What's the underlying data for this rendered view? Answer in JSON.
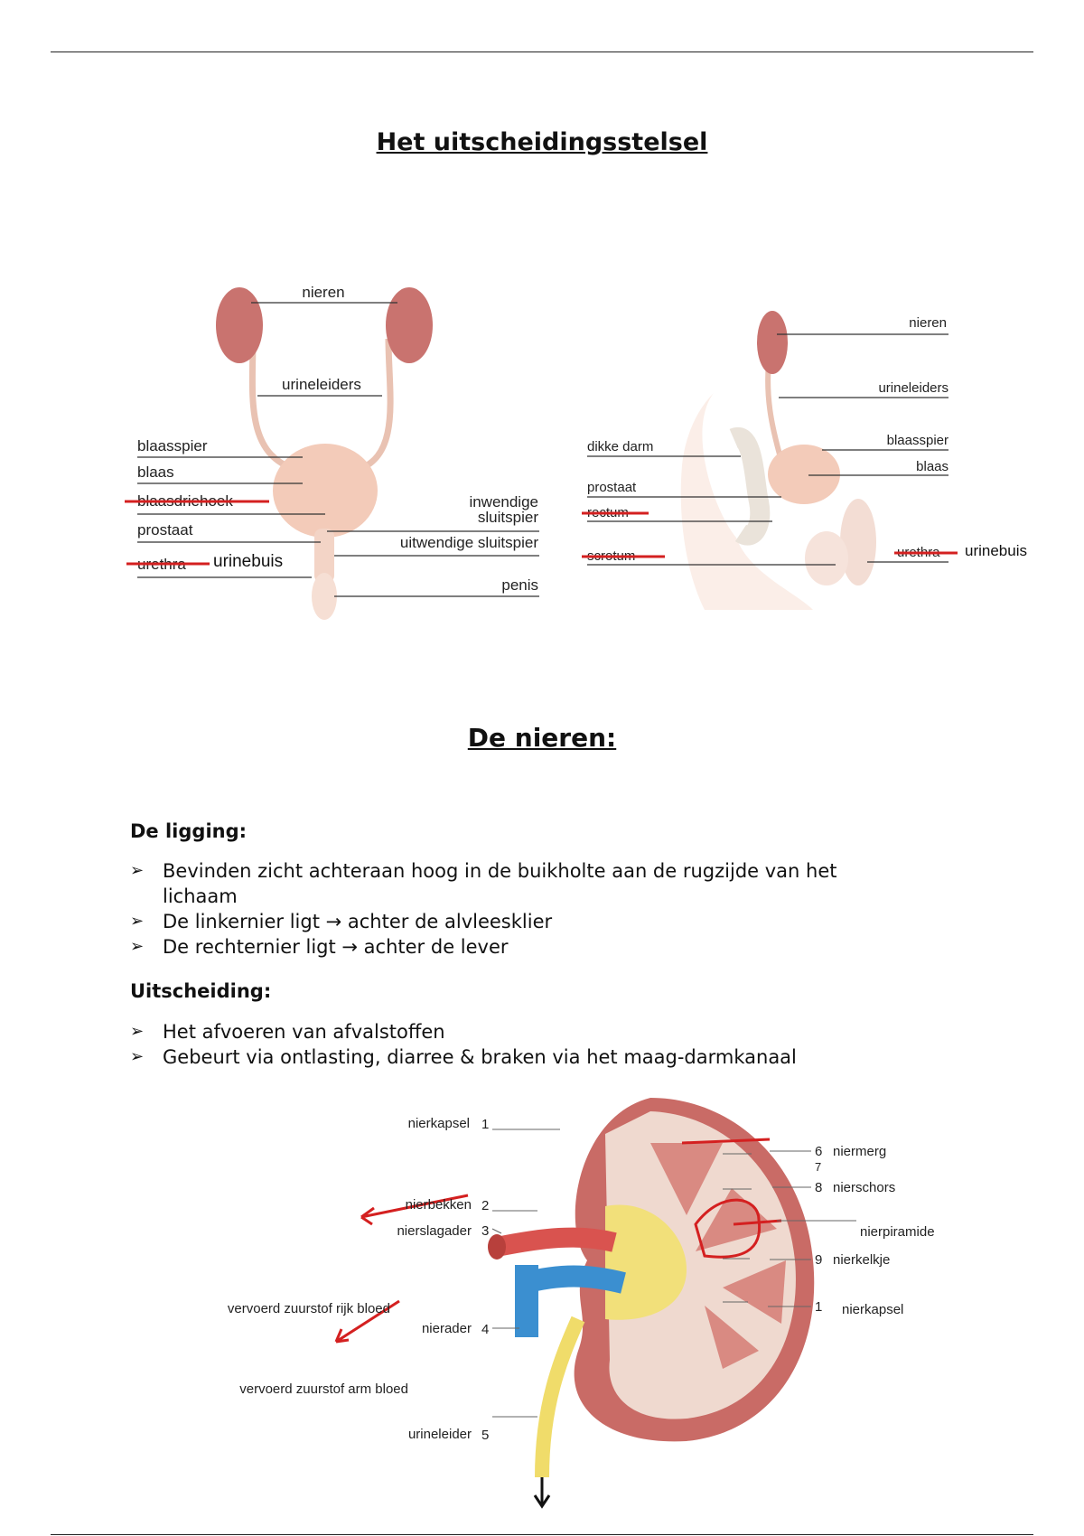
{
  "page_title": "Het uitscheidingsstelsel",
  "section_title": "De nieren:",
  "front_diagram": {
    "nieren": "nieren",
    "urineleiders": "urineleiders",
    "blaasspier": "blaasspier",
    "blaas": "blaas",
    "blaasdriehoek": "blaasdriehoek",
    "prostaat": "prostaat",
    "urethra": "urethra",
    "urinebuis": "urinebuis",
    "inwendige_1": "inwendige",
    "inwendige_2": "sluitspier",
    "uitwendige": "uitwendige sluitspier",
    "penis": "penis"
  },
  "side_diagram": {
    "nieren": "nieren",
    "urineleiders": "urineleiders",
    "blaasspier": "blaasspier",
    "blaas": "blaas",
    "dikke_darm": "dikke darm",
    "prostaat": "prostaat",
    "rectum": "rectum",
    "scrotum": "scrotum",
    "urethra": "urethra",
    "urinebuis": "urinebuis"
  },
  "ligging": {
    "heading": "De ligging:",
    "items": [
      "Bevinden zicht achteraan hoog in de buikholte aan de rugzijde van het lichaam",
      "De linkernier ligt → achter de alvleesklier",
      "De rechternier ligt → achter de lever"
    ]
  },
  "uitscheiding": {
    "heading": "Uitscheiding:",
    "items": [
      "Het afvoeren van afvalstoffen",
      "Gebeurt via ontlasting, diarree & braken via het maag-darmkanaal"
    ]
  },
  "kidney_diagram": {
    "nierkapsel_left": "nierkapsel",
    "n1": "1",
    "nierbekken": "nierbekken",
    "n2": "2",
    "nierslagader": "nierslagader",
    "n3": "3",
    "nierader": "nierader",
    "n4": "4",
    "urineleider": "urineleider",
    "n5": "5",
    "n6": "6",
    "niermerg": "niermerg",
    "n7": "7",
    "n8": "8",
    "nierschors": "nierschors",
    "nierpiramide": "nierpiramide",
    "n9": "9",
    "nierkelkje": "nierkelkje",
    "n1b": "1",
    "nierkapsel_right": "nierkapsel",
    "zuurstofrijk": "vervoerd zuurstof rijk bloed",
    "zuurstofarm": "vervoerd zuurstof arm bloed"
  },
  "colors": {
    "annotation_red": "#d42020",
    "kidney": "#c9736f",
    "bladder": "#f0c2b0",
    "vein": "#3b8fd0",
    "artery": "#d9534f",
    "ureter": "#f0dc6a"
  }
}
